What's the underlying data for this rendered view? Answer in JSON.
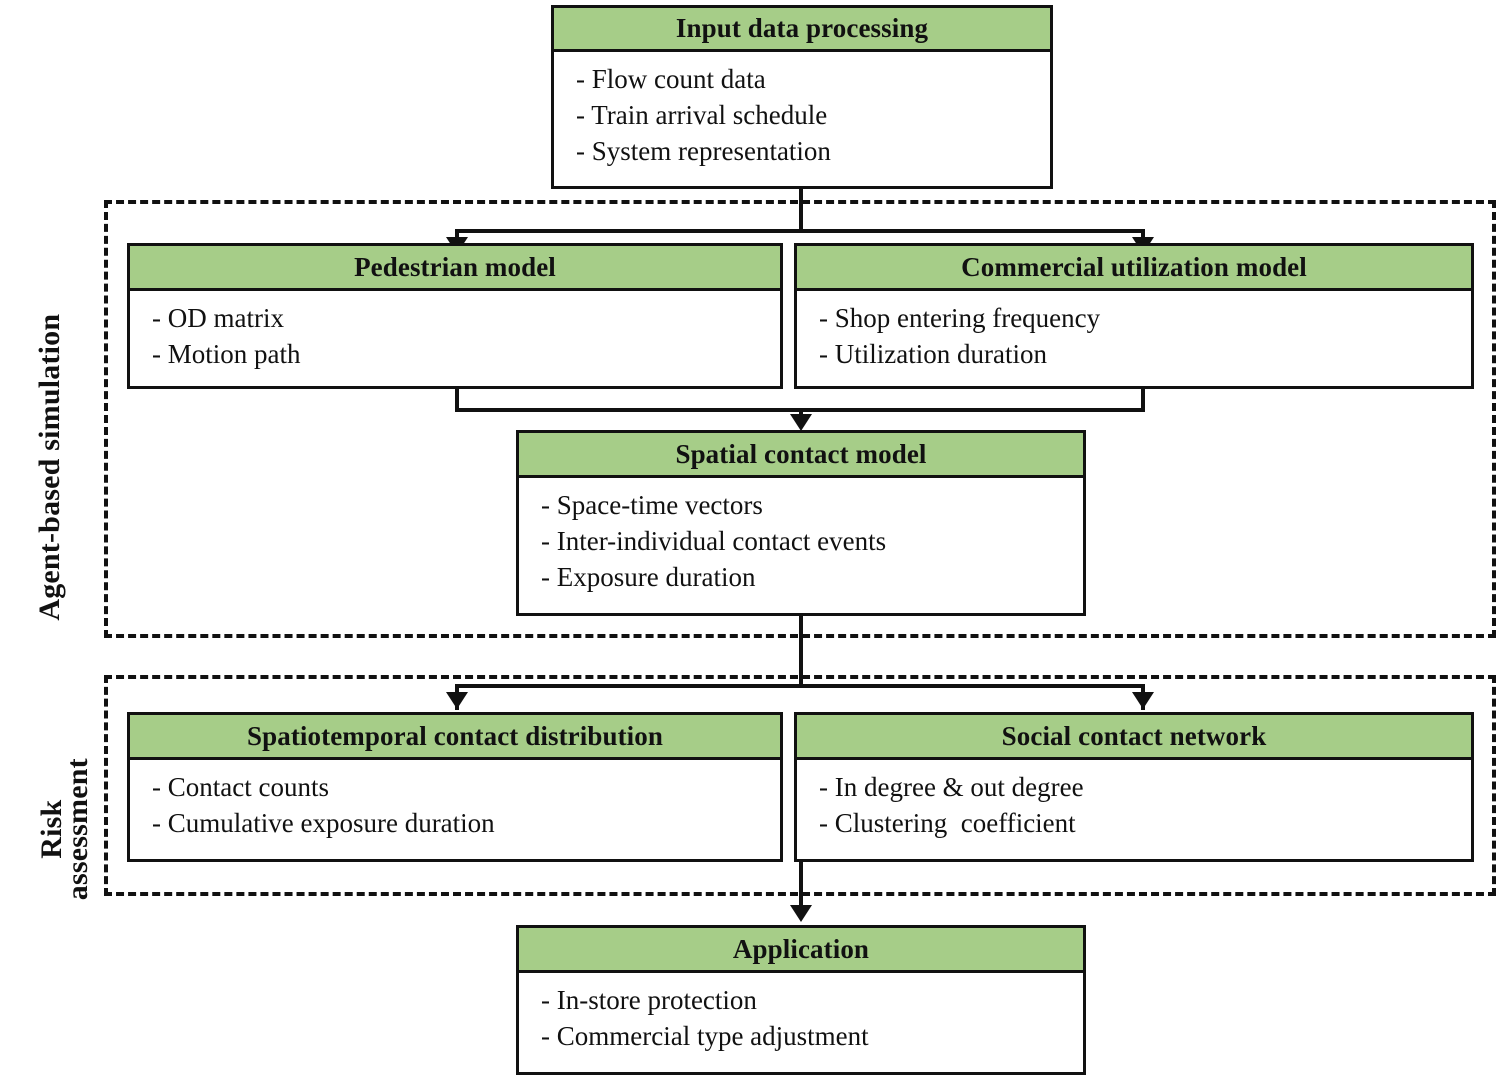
{
  "diagram": {
    "title_flow": "Methodology flowchart",
    "accent_header_color": "#a6cd88",
    "line_color": "#111111",
    "regions": [
      {
        "id": "agent-based-simulation",
        "label": "Agent-based simulation"
      },
      {
        "id": "risk-assessment",
        "label_line1": "Risk",
        "label_line2": "assessment"
      }
    ],
    "nodes": {
      "input": {
        "title": "Input data processing",
        "items": [
          "- Flow count data",
          "- Train arrival schedule",
          "- System representation"
        ]
      },
      "pedestrian": {
        "title": "Pedestrian model",
        "items": [
          "- OD matrix",
          "- Motion path"
        ]
      },
      "commercial": {
        "title": "Commercial utilization model",
        "items": [
          "- Shop entering frequency",
          "- Utilization duration"
        ]
      },
      "spatial": {
        "title": "Spatial contact model",
        "items": [
          "- Space-time vectors",
          "- Inter-individual contact events",
          "- Exposure duration"
        ]
      },
      "spatiotemporal": {
        "title": "Spatiotemporal contact distribution",
        "items": [
          "- Contact counts",
          "- Cumulative exposure duration"
        ]
      },
      "social": {
        "title": "Social contact network",
        "items": [
          "- In degree & out degree",
          "- Clustering  coefficient"
        ]
      },
      "application": {
        "title": "Application",
        "items": [
          "- In-store protection",
          "- Commercial type adjustment"
        ]
      }
    }
  }
}
